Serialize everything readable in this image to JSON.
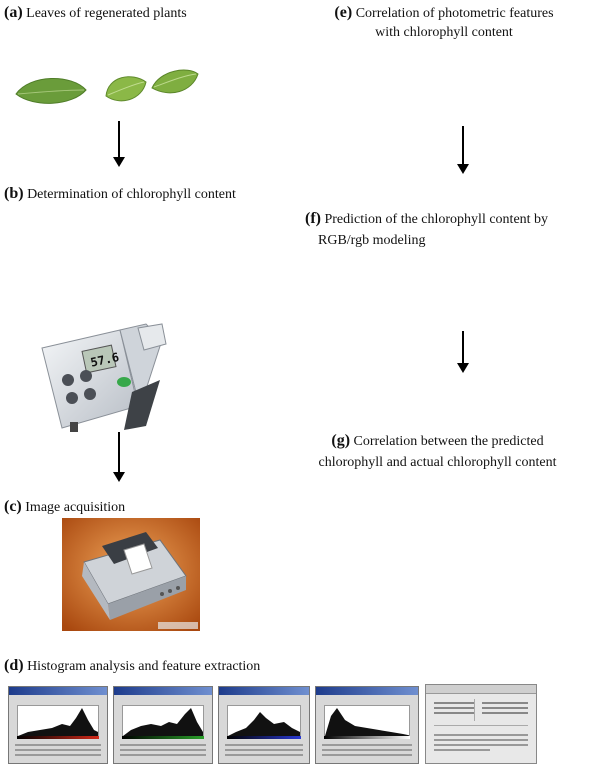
{
  "steps": {
    "a": {
      "letter": "(a)",
      "text": " Leaves of regenerated plants"
    },
    "b": {
      "letter": "(b)",
      "text": " Determination of chlorophyll content"
    },
    "c": {
      "letter": "(c)",
      "text": " Image acquisition"
    },
    "d": {
      "letter": "(d)",
      "text": " Histogram analysis and feature extraction"
    },
    "e": {
      "letter": "(e)",
      "line1": " Correlation of photometric features",
      "line2": "with chlorophyll content"
    },
    "f": {
      "letter": "(f)",
      "line1": " Prediction of the chlorophyll content by",
      "line2": "RGB/rgb  modeling"
    },
    "g": {
      "letter": "(g)",
      "line1": " Correlation between the predicted",
      "line2": "chlorophyll and actual chlorophyll content"
    }
  },
  "meter": {
    "reading": "57.6"
  },
  "colors": {
    "leaf": "#6a9c3a",
    "meter_body": "#d9dde2",
    "scanner_bg": "#c8661e",
    "red_channel": "#d42a1a",
    "green_channel": "#2aa02a",
    "blue_channel": "#2a3ad4"
  }
}
